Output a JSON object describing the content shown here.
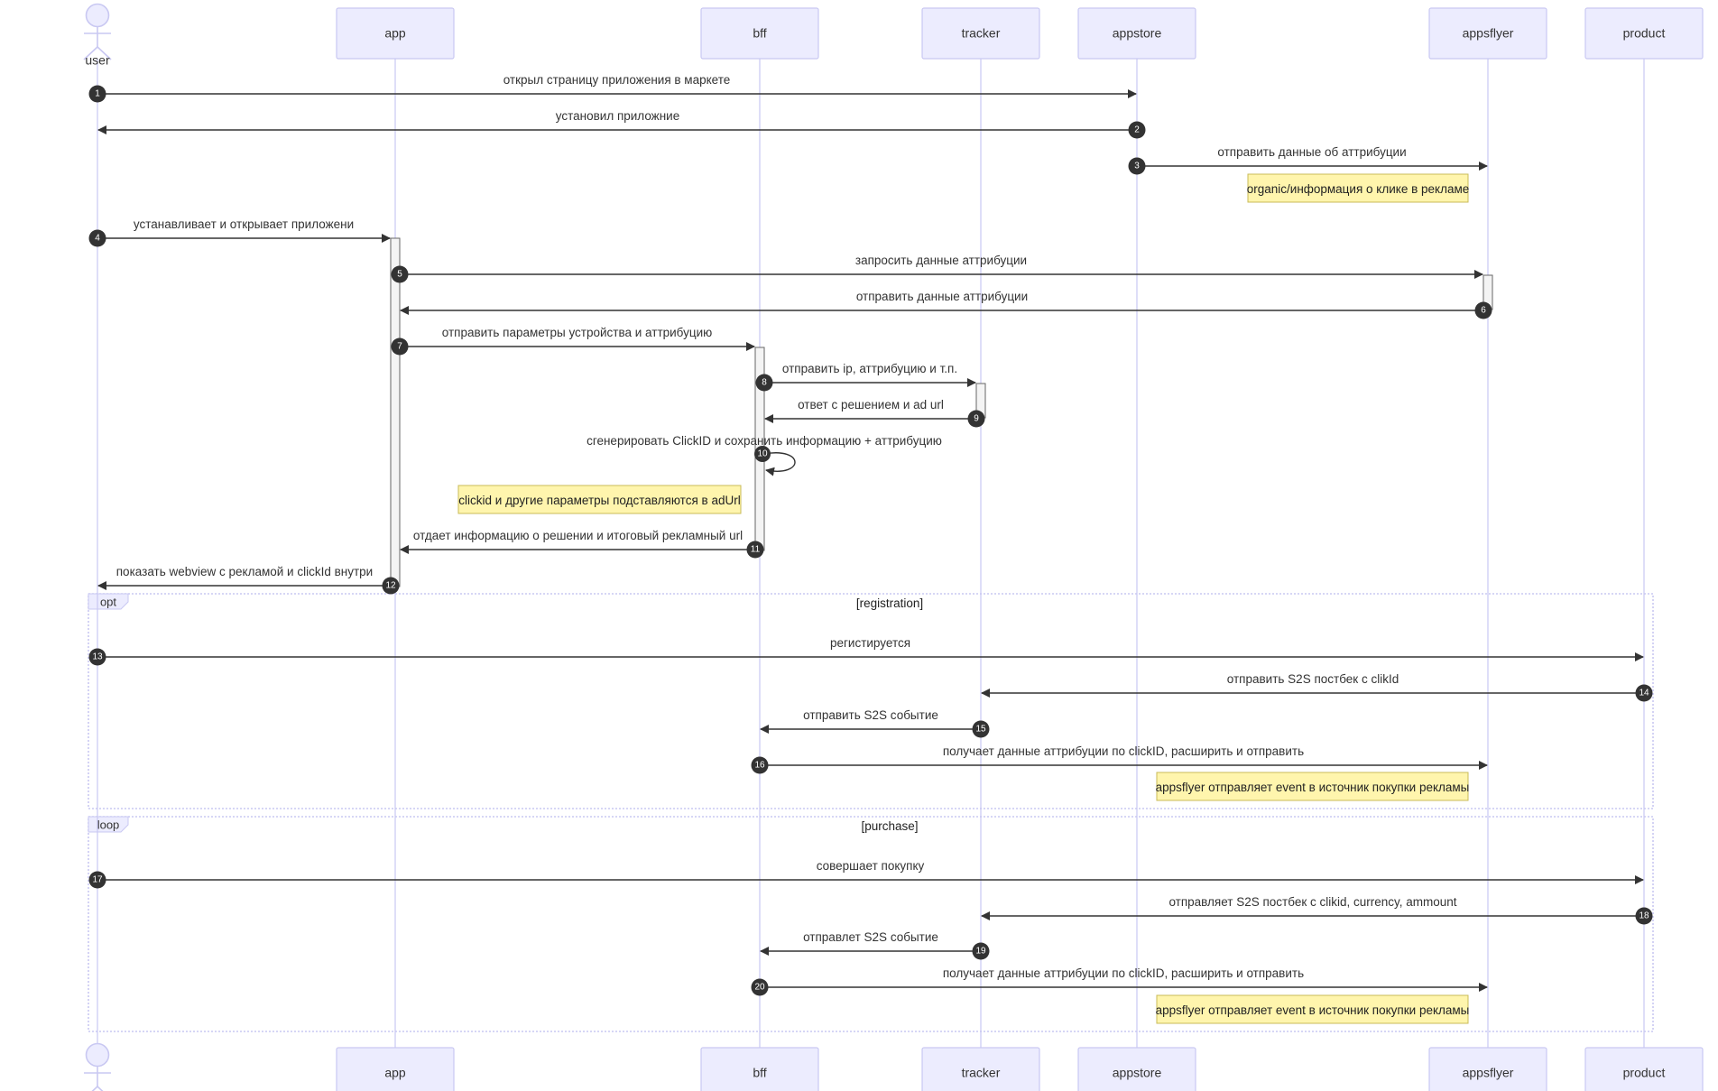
{
  "participants": [
    {
      "id": "user",
      "label": "user",
      "kind": "actor"
    },
    {
      "id": "app",
      "label": "app",
      "kind": "box"
    },
    {
      "id": "bff",
      "label": "bff",
      "kind": "box"
    },
    {
      "id": "tracker",
      "label": "tracker",
      "kind": "box"
    },
    {
      "id": "appstore",
      "label": "appstore",
      "kind": "box"
    },
    {
      "id": "appsflyer",
      "label": "appsflyer",
      "kind": "box"
    },
    {
      "id": "product",
      "label": "product",
      "kind": "box"
    }
  ],
  "messages": [
    {
      "num": "1",
      "from": "user",
      "to": "appstore",
      "text": "открыл страницу приложения в маркете"
    },
    {
      "num": "2",
      "from": "appstore",
      "to": "user",
      "text": "установил приложние"
    },
    {
      "num": "3",
      "from": "appstore",
      "to": "appsflyer",
      "text": "отправить данные об аттрибуции"
    },
    {
      "num": "4",
      "from": "user",
      "to": "app",
      "text": "устанавливает и открывает приложени"
    },
    {
      "num": "5",
      "from": "app",
      "to": "appsflyer",
      "text": "запросить данные аттрибуции"
    },
    {
      "num": "6",
      "from": "appsflyer",
      "to": "app",
      "text": "отправить данные аттрибуции"
    },
    {
      "num": "7",
      "from": "app",
      "to": "bff",
      "text": "отправить параметры устройства и аттрибуцию"
    },
    {
      "num": "8",
      "from": "bff",
      "to": "tracker",
      "text": "отправить ip, аттрибуцию и т.п."
    },
    {
      "num": "9",
      "from": "tracker",
      "to": "bff",
      "text": "ответ с решением и ad url"
    },
    {
      "num": "10",
      "from": "bff",
      "to": "bff",
      "text": "сгенерировать ClickID и сохранить информацию + аттрибуцию"
    },
    {
      "num": "11",
      "from": "bff",
      "to": "app",
      "text": "отдает информацию о решении и итоговый рекламный url"
    },
    {
      "num": "12",
      "from": "app",
      "to": "user",
      "text": "показать webview с рекламой и clickId внутри"
    },
    {
      "num": "13",
      "from": "user",
      "to": "product",
      "text": "регистируется"
    },
    {
      "num": "14",
      "from": "product",
      "to": "tracker",
      "text": "отправить S2S постбек с clikId"
    },
    {
      "num": "15",
      "from": "tracker",
      "to": "bff",
      "text": "отправить S2S событие"
    },
    {
      "num": "16",
      "from": "bff",
      "to": "appsflyer",
      "text": "получает данные аттрибуции по clickID, расширить и отправить"
    },
    {
      "num": "17",
      "from": "user",
      "to": "product",
      "text": "совершает покупку"
    },
    {
      "num": "18",
      "from": "product",
      "to": "tracker",
      "text": "отправляет S2S постбек с clikid, currency, ammount"
    },
    {
      "num": "19",
      "from": "tracker",
      "to": "bff",
      "text": "отправлет S2S событие"
    },
    {
      "num": "20",
      "from": "bff",
      "to": "appsflyer",
      "text": "получает данные аттрибуции по clickID, расширить и отправить"
    }
  ],
  "notes": [
    {
      "id": "note-1",
      "text": "organic/информация о клике в рекламе"
    },
    {
      "id": "note-2",
      "text": "clickid и другие параметры подставляются в adUrl"
    },
    {
      "id": "note-3",
      "text": "appsflyer отправляет event в источник покупки рекламы"
    },
    {
      "id": "note-4",
      "text": "appsflyer отправляет event в источник покупки рекламы"
    }
  ],
  "frames": [
    {
      "id": "opt",
      "label": "opt",
      "condition": "[registration]"
    },
    {
      "id": "loop",
      "label": "loop",
      "condition": "[purchase]"
    }
  ],
  "colors": {
    "actor_fill": "#ececfe",
    "actor_stroke": "#c9c8f2",
    "note_fill": "#fff5ad",
    "note_stroke": "#c9bb58",
    "message_line": "#333333"
  }
}
